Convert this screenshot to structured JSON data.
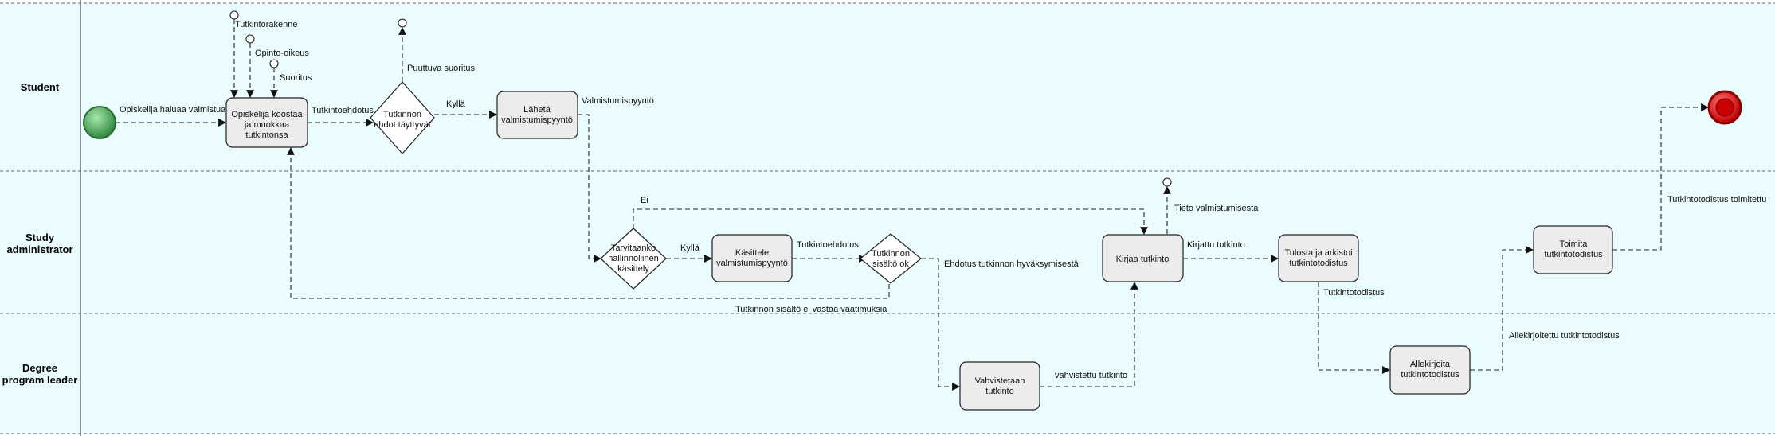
{
  "lanes": [
    {
      "label_lines": [
        "Student"
      ]
    },
    {
      "label_lines": [
        "Study",
        "administrator"
      ]
    },
    {
      "label_lines": [
        "Degree",
        "program leader"
      ]
    }
  ],
  "events": {
    "start": {
      "label": "Opiskelija haluaa valmistua"
    },
    "end": {
      "label": "Tutkintotodistus toimitettu"
    }
  },
  "tasks": {
    "compile": {
      "lines": [
        "Opiskelija koostaa",
        "ja muokkaa",
        "tutkintonsa"
      ]
    },
    "send_request": {
      "lines": [
        "Lähetä",
        "valmistumispyyntö"
      ]
    },
    "process_request": {
      "lines": [
        "Käsittele",
        "valmistumispyyntö"
      ]
    },
    "confirm": {
      "lines": [
        "Vahvistetaan",
        "tutkinto"
      ]
    },
    "record": {
      "lines": [
        "Kirjaa tutkinto"
      ]
    },
    "print_archive": {
      "lines": [
        "Tulosta ja arkistoi",
        "tutkintotodistus"
      ]
    },
    "sign": {
      "lines": [
        "Allekirjoita",
        "tutkintotodistus"
      ]
    },
    "deliver": {
      "lines": [
        "Toimita",
        "tutkintotodistus"
      ]
    }
  },
  "gateways": {
    "requirements": {
      "lines": [
        "Tutkinnon",
        "ehdot täyttyvät"
      ]
    },
    "admin_needed": {
      "lines": [
        "Tarvitaanko",
        "hallinnollinen",
        "käsittely"
      ]
    },
    "content_ok": {
      "lines": [
        "Tutkinnon",
        "sisältö ok"
      ]
    }
  },
  "messages": {
    "structure": "Tutkintorakenne",
    "right": "Opinto-oikeus",
    "credits": "Suoritus",
    "missing": "Puuttuva suoritus",
    "graduation_info": "Tieto valmistumisesta"
  },
  "flow_labels": {
    "proposal1": "Tutkintoehdotus",
    "yes1": "Kyllä",
    "request": "Valmistumispyyntö",
    "no": "Ei",
    "yes2": "Kyllä",
    "proposal2": "Tutkintoehdotus",
    "approval": "Ehdotus tutkinnon hyväksymisestä",
    "not_meeting": "Tutkinnon sisältö ei vastaa vaatimuksia",
    "confirmed": "vahvistettu tutkinto",
    "recorded": "Kirjattu tutkinto",
    "certificate": "Tutkintotodistus",
    "signed": "Allekirjoitettu tutkintotodistus"
  },
  "colors": {
    "lane_bg": "#eafcfd",
    "task_fill": "#ececec",
    "start_green": "#3aa04a",
    "end_red": "#d01818"
  }
}
